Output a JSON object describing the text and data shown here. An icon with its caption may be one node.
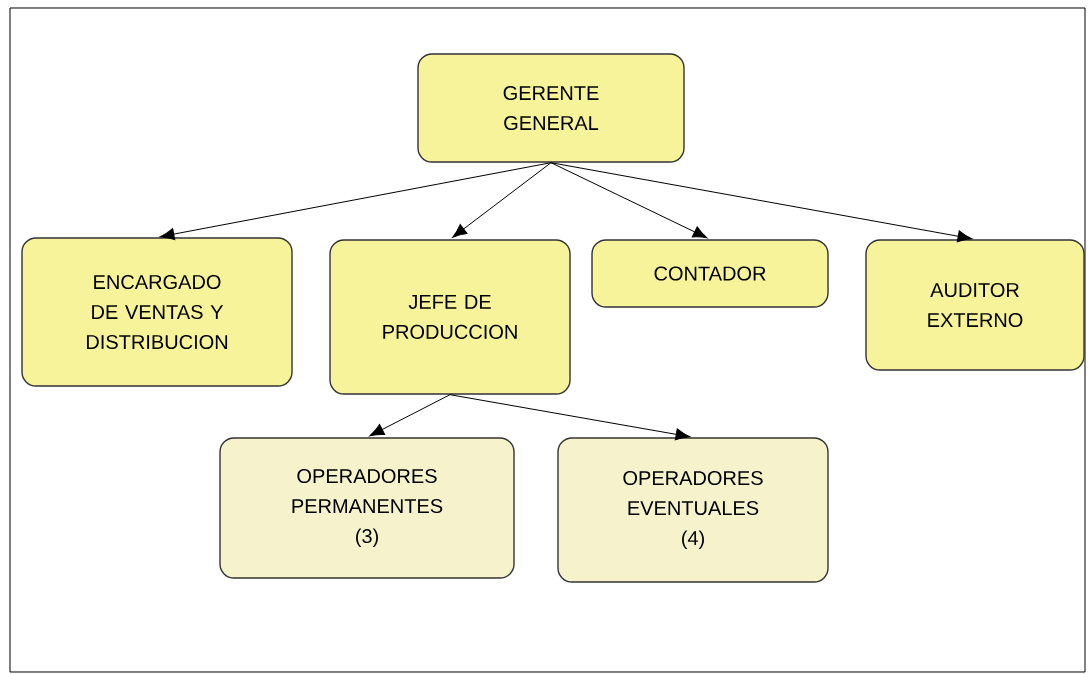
{
  "diagram": {
    "nodes": [
      {
        "text": [
          "GERENTE GENERAL"
        ]
      },
      {
        "text": [
          "ENCARGADO DE VENTAS Y DISTRIBUCION"
        ]
      },
      {
        "text": [
          "JEFE DE PRODUCCION"
        ]
      },
      {
        "text": [
          "CONTADOR"
        ]
      },
      {
        "text": [
          "AUDITOR EXTERNO"
        ]
      },
      {
        "text": [
          "OPERADORES PERMANENTES (3)"
        ]
      },
      {
        "text": [
          "OPERADORES EVENTUALES (4)"
        ]
      }
    ],
    "edges": [
      {
        "from": 0,
        "to": 1,
        "arrow": "to"
      },
      {
        "from": 0,
        "to": 2,
        "arrow": "to"
      },
      {
        "from": 0,
        "to": 3,
        "arrow": "to"
      },
      {
        "from": 0,
        "to": 4,
        "arrow": "to"
      },
      {
        "from": 2,
        "to": 5,
        "arrow": "to"
      },
      {
        "from": 2,
        "to": 6,
        "arrow": "to"
      }
    ]
  }
}
